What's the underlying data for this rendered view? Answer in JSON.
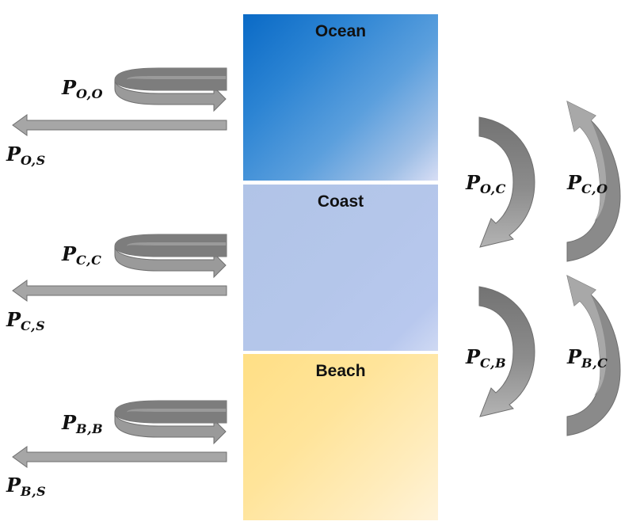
{
  "zones": {
    "ocean": "Ocean",
    "coast": "Coast",
    "beach": "Beach"
  },
  "labels": {
    "p_oo": "O,O",
    "p_os": "O,S",
    "p_cc": "C,C",
    "p_cs": "C,S",
    "p_bb": "B,B",
    "p_bs": "B,S",
    "p_oc": "O,C",
    "p_co": "C,O",
    "p_cb": "C,B",
    "p_bc": "B,C",
    "prefix": "P"
  },
  "colors": {
    "arrow_fill": "#a6a6a6",
    "arrow_dark": "#7f7f7f",
    "arrow_stroke": "#6f6f6f"
  }
}
